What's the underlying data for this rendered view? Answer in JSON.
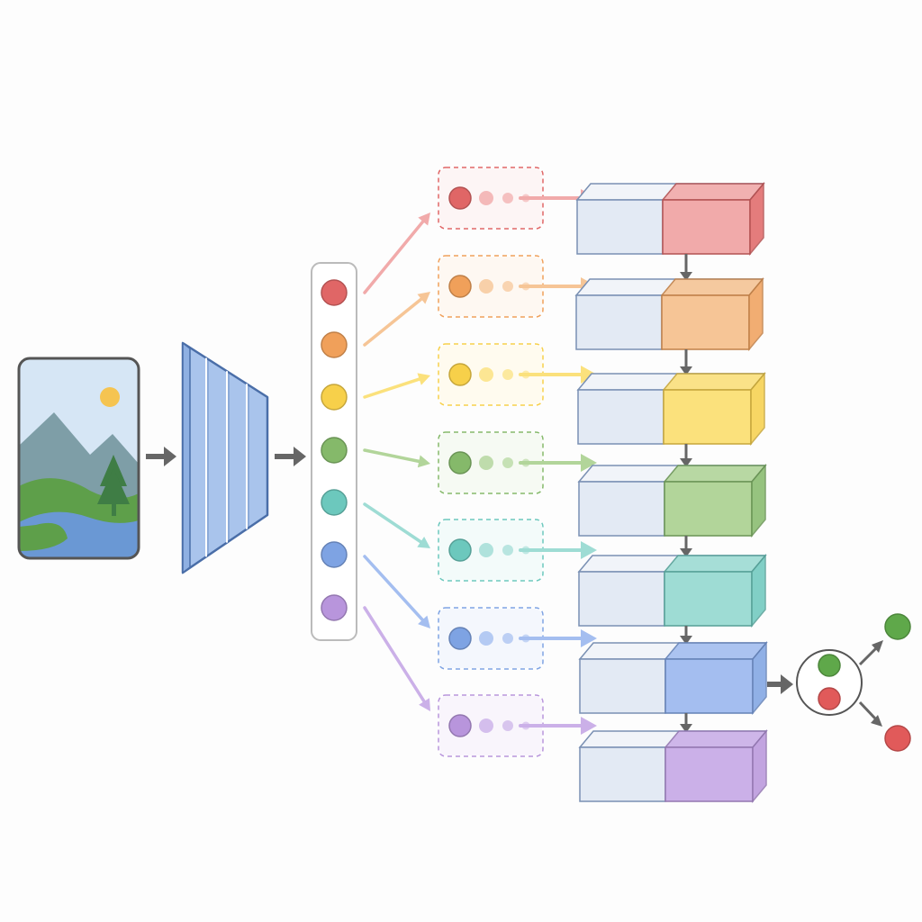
{
  "diagram": {
    "background": "#fdfdfd",
    "arrow_color": "#666666",
    "input_image": {
      "icon": "landscape-image-icon",
      "sky": "#d6e6f5",
      "sun": "#f5c451",
      "mountain": "#7e9ea7",
      "hill": "#5e9f4a",
      "water": "#6a98d4",
      "tree": "#3f7d45",
      "frame": "#555555"
    },
    "encoder": {
      "icon": "encoder-trapezoid-icon",
      "fill": "#a9c4ec",
      "stroke": "#4a6ea8",
      "panels": 4
    },
    "token_column": {
      "icon": "token-column-icon",
      "stroke": "#bbbbbb"
    },
    "branches": [
      {
        "name": "red",
        "color": "#e06666",
        "light": "#f1aaaa"
      },
      {
        "name": "orange",
        "color": "#f0a05a",
        "light": "#f6c596"
      },
      {
        "name": "yellow",
        "color": "#f7d04a",
        "light": "#fbe17c"
      },
      {
        "name": "green",
        "color": "#85b96a",
        "light": "#b2d59a"
      },
      {
        "name": "teal",
        "color": "#6cc8bd",
        "light": "#9edcd4"
      },
      {
        "name": "blue",
        "color": "#7ea3e3",
        "light": "#a4bef0"
      },
      {
        "name": "purple",
        "color": "#b895dc",
        "light": "#cbb0e8"
      }
    ],
    "memory_block": {
      "icon": "memory-block-icon",
      "base_fill": "#e3eaf4",
      "stroke": "#7a90b3"
    },
    "output": {
      "icon": "output-decision-icon",
      "top_result": "#5fa84a",
      "bottom_result": "#e15a5a",
      "circle_stroke": "#555555"
    }
  }
}
